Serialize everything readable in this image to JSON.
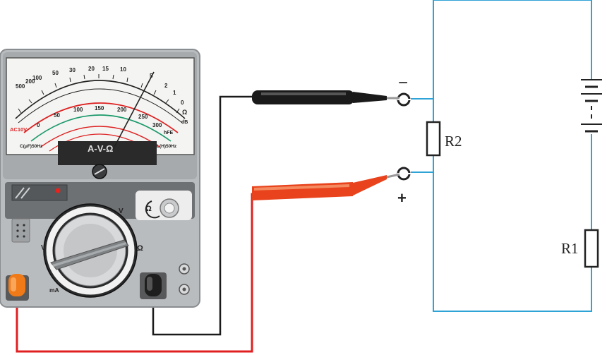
{
  "multimeter": {
    "scale_top_numbers": [
      "500",
      "200",
      "100",
      "50",
      "30",
      "20",
      "15",
      "10",
      "5",
      "2",
      "1",
      "0"
    ],
    "scale_mid_numbers": [
      "0",
      "50",
      "100",
      "150",
      "200",
      "250",
      "300"
    ],
    "scale_label_ac": "AC10V",
    "scale_label_ohm": "Ω",
    "scale_label_db": "dB",
    "scale_label_left_bottom": "C(μF)50Hz",
    "scale_label_right_bottom": "L(H)50Hz",
    "scale_label_hfe": "hFE",
    "scale_unit_label": "A-V-Ω",
    "dial_label_v_left": "V",
    "dial_label_v_top": "V",
    "dial_label_ohm": "Ω",
    "dial_label_ma": "mA",
    "dial_label_ohm_adjust": "Ω"
  },
  "circuit": {
    "r2_label": "R2",
    "r1_label": "R1",
    "minus_sign": "−",
    "plus_sign": "+"
  },
  "colors": {
    "wire_blue": "#2ea3d6",
    "probe_red": "#e8431c",
    "lead_red": "#e02020",
    "probe_black": "#1a1a1a",
    "meter_body": "#b9bcbf",
    "meter_dark": "#6e7173"
  }
}
